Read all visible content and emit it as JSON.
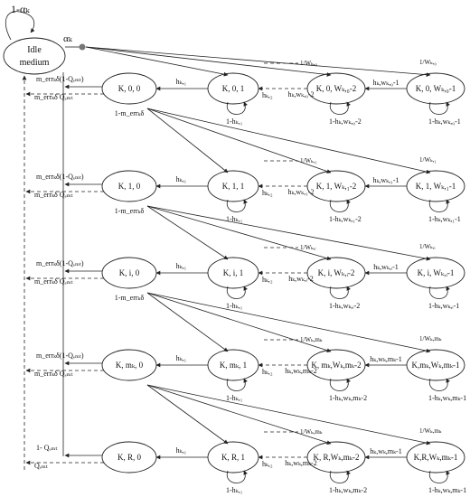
{
  "idle": {
    "label_line1": "Idle",
    "label_line2": "medium",
    "self_loop_label": "1-αₖ",
    "exit_label": "αₖ"
  },
  "rows": [
    {
      "id": "row0",
      "states": [
        "K, 0, 0",
        "K, 0, 1",
        "K, 0, Wₖ,₀-2",
        "K, 0, Wₖ,₀-1"
      ],
      "h_label": "hₖ,₁",
      "h2_label": "hₖ,₂",
      "self_loop_labels": [
        "1-hₖ,₁",
        "1-hₖ,wₖ,₀-2",
        "1-hₖ,wₖ,₀-1"
      ],
      "back_labels": [
        "hₖ,wₖ,₀-2",
        "hₖ,wₖ,₀-1"
      ],
      "w_label": "1/Wₖ,₀",
      "err_fail_label": "m_errₖδ(1-Qₑₘₜ)",
      "err_drop_label": "m_errₖδ Qₑₘₜ",
      "success_label": "1-m_errₖδ"
    },
    {
      "id": "row1",
      "states": [
        "K, 1, 0",
        "K, 1, 1",
        "K, 1, Wₖ,₁-2",
        "K, 1, Wₖ,₁-1"
      ],
      "h_label": "hₖ,₁",
      "h2_label": "hₖ,₂",
      "self_loop_labels": [
        "1-hₖ,₁",
        "1-hₖ,wₖ,₁-2",
        "1-hₖ,wₖ,₁-1"
      ],
      "back_labels": [
        "hₖ,wₖ,₁-2",
        "hₖ,wₖ,₁-1"
      ],
      "w_label": "1/Wₖ,₁",
      "err_fail_label": "m_errₖδ(1-Qₑₘₜ)",
      "err_drop_label": "m_errₖδ Qₑₘₜ",
      "success_label": "1-m_errₖδ"
    },
    {
      "id": "rowi",
      "states": [
        "K, i, 0",
        "K, i, 1",
        "K, i, Wₖ,ᵢ-2",
        "K, i, Wₖ,ᵢ-1"
      ],
      "h_label": "hₖ,₁",
      "h2_label": "hₖ,₂",
      "self_loop_labels": [
        "1-hₖ,₁",
        "1-hₖ,wₖ,ᵢ-2",
        "1-hₖ,wₖ,ᵢ-1"
      ],
      "back_labels": [
        "hₖ,wₖ,ᵢ-2",
        "hₖ,wₖ,ᵢ-1"
      ],
      "w_label": "1/Wₖ,ᵢ",
      "err_fail_label": "m_errₖδ(1-Qₑₘₜ)",
      "err_drop_label": "m_errₖδ Qₑₘₜ",
      "success_label": "1-m_errₖδ"
    },
    {
      "id": "rowm",
      "states": [
        "K, mₖ, 0",
        "K, mₖ, 1",
        "K, mₖ,Wₖ,mₖ-2",
        "K,mₖ,Wₖ,mₖ-1"
      ],
      "h_label": "hₖ,₁",
      "h2_label": "hₖ,₂",
      "self_loop_labels": [
        "1-hₖ,₁",
        "1-hₖ,wₖ,mₖ-2",
        "1-hₖ,wₖ,mₖ-1"
      ],
      "back_labels": [
        "hₖ,wₖ,mₖ-2",
        "hₖ,wₖ,mₖ-1"
      ],
      "w_label": "1/Wₖ,mₖ",
      "err_fail_label": "m_errₖδ(1-Qₑₘₜ)",
      "err_drop_label": "m_errₖδ Qₑₘₜ",
      "success_label": ""
    },
    {
      "id": "rowR",
      "states": [
        "K, R, 0",
        "K, R, 1",
        "K, R,Wₖ,mₖ-2",
        "K,R,Wₖ,mₖ-1"
      ],
      "h_label": "hₖ,₁",
      "h2_label": "hₖ,₂",
      "self_loop_labels": [
        "1-hₖ,₁",
        "1-hₖ,wₖ,mₖ-2",
        "1-hₖ,wₖ,mₖ-1"
      ],
      "back_labels": [
        "hₖ,wₖ,mₖ-2",
        "hₖ,wₖ,mₖ-1"
      ],
      "w_label": "1/Wₖ,mₖ",
      "err_fail_label": "1- Qₑₘₜ",
      "err_drop_label": "Qₑₘₜ",
      "success_label": ""
    }
  ]
}
